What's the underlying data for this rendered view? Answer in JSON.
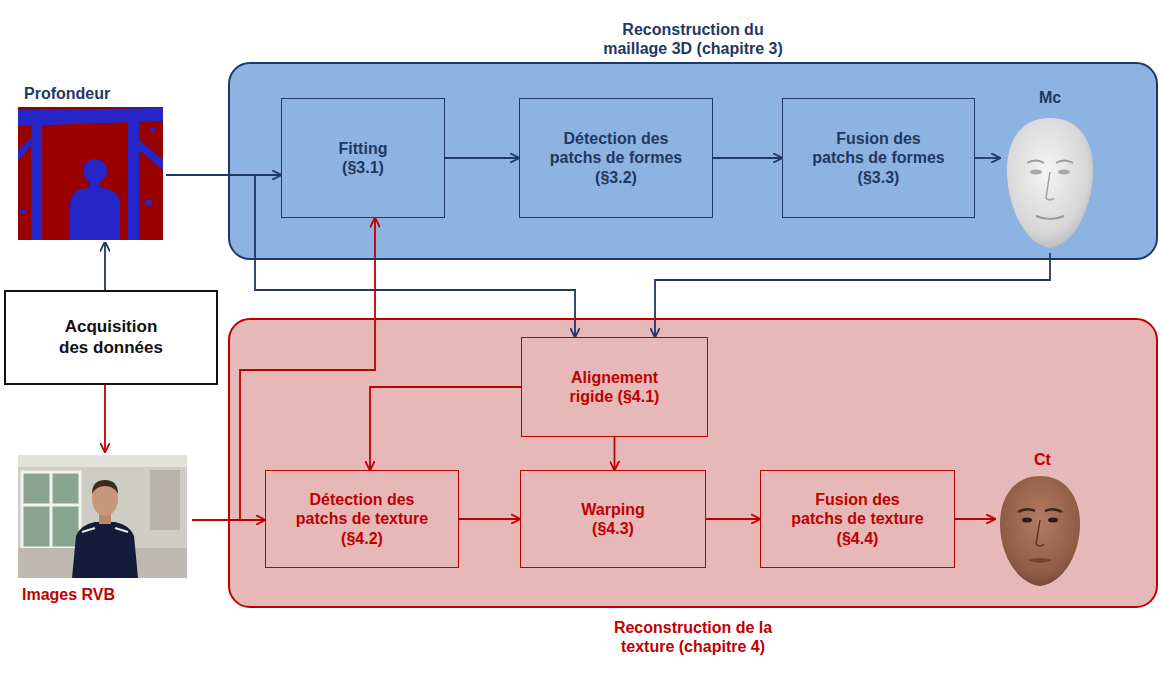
{
  "diagram": {
    "nodes": [
      {
        "text": [
          "Profondeur"
        ]
      },
      {
        "text": [
          "Reconstruction du maillage 3D (chapitre 3)"
        ]
      },
      {
        "text": [
          "Fitting (§3.1)"
        ],
        "in": 1
      },
      {
        "text": [
          "Détection des patchs de formes (§3.2)"
        ],
        "in": 1
      },
      {
        "text": [
          "Fusion des patchs de formes (§3.3)"
        ],
        "in": 1
      },
      {
        "text": [
          "Mc"
        ],
        "in": 1
      },
      {
        "text": [
          "Acquisition des données"
        ]
      },
      {
        "text": [
          "Images RVB"
        ]
      },
      {
        "text": [
          "Reconstruction de la texture (chapitre 4)"
        ]
      },
      {
        "text": [
          "Alignement rigide (§4.1)"
        ],
        "in": 8
      },
      {
        "text": [
          "Détection des patchs de texture (§4.2)"
        ],
        "in": 8
      },
      {
        "text": [
          "Warping (§4.3)"
        ],
        "in": 8
      },
      {
        "text": [
          "Fusion des patchs de texture (§4.4)"
        ],
        "in": 8
      },
      {
        "text": [
          "Ct"
        ],
        "in": 8
      }
    ],
    "edges": [
      {
        "from": 6,
        "to": 0,
        "arrow": "to"
      },
      {
        "from": 6,
        "to": 7,
        "arrow": "to"
      },
      {
        "from": 0,
        "to": 2,
        "arrow": "to"
      },
      {
        "from": 2,
        "to": 3,
        "arrow": "to"
      },
      {
        "from": 3,
        "to": 4,
        "arrow": "to"
      },
      {
        "from": 4,
        "to": 5,
        "arrow": "to"
      },
      {
        "from": 0,
        "to": 9,
        "arrow": "to"
      },
      {
        "from": 5,
        "to": 9,
        "arrow": "to"
      },
      {
        "from": 7,
        "to": 10,
        "arrow": "to"
      },
      {
        "from": 7,
        "to": 2,
        "arrow": "to"
      },
      {
        "from": 9,
        "to": 10,
        "arrow": "to"
      },
      {
        "from": 9,
        "to": 11,
        "arrow": "to"
      },
      {
        "from": 10,
        "to": 11,
        "arrow": "to"
      },
      {
        "from": 11,
        "to": 12,
        "arrow": "to"
      },
      {
        "from": 12,
        "to": 13,
        "arrow": "to"
      }
    ]
  }
}
